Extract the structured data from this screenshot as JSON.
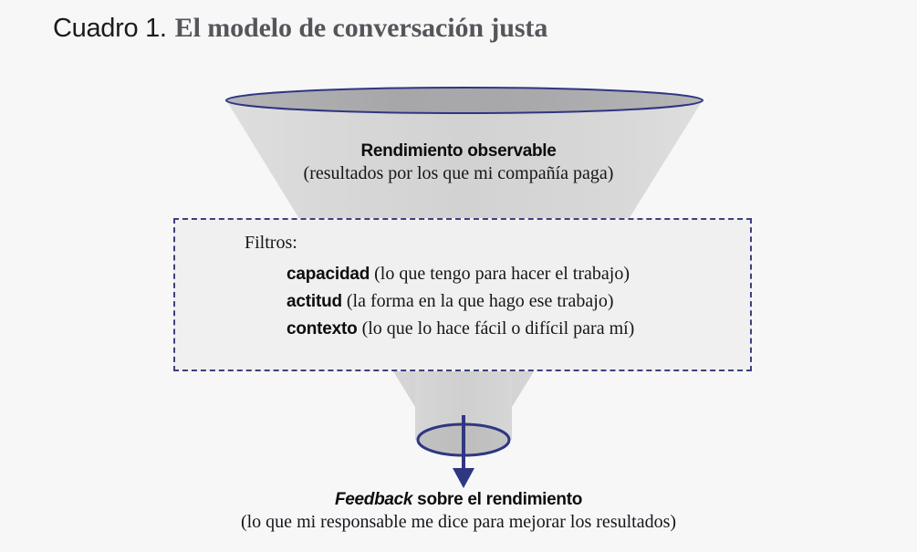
{
  "title": {
    "prefix": "Cuadro 1.",
    "main": "El modelo de conversación justa"
  },
  "funnel": {
    "top_label_bold": "Rendimiento observable",
    "top_label_paren": "(resultados por los que mi compañía paga)",
    "bottom_label_italic": "Feedback",
    "bottom_label_bold": " sobre el rendimiento",
    "bottom_label_paren": "(lo que mi responsable me dice para mejorar los resultados)"
  },
  "filters": {
    "heading": "Filtros:",
    "items": [
      {
        "name": "capacidad",
        "desc": " (lo que tengo para hacer el trabajo)"
      },
      {
        "name": "actitud",
        "desc": " (la forma en la que hago ese trabajo)"
      },
      {
        "name": "contexto",
        "desc": " (lo que lo hace fácil o difícil para mí)"
      }
    ]
  },
  "colors": {
    "background": "#f7f7f8",
    "accent_navy": "#2f3682",
    "dashed_border": "#3e3f7e",
    "cone_light": "#dcdcdc",
    "cone_dark": "#a9a9ab",
    "box_fill": "#f0f0f0",
    "title_main": "#55565a",
    "title_prefix": "#1b1b1b"
  }
}
